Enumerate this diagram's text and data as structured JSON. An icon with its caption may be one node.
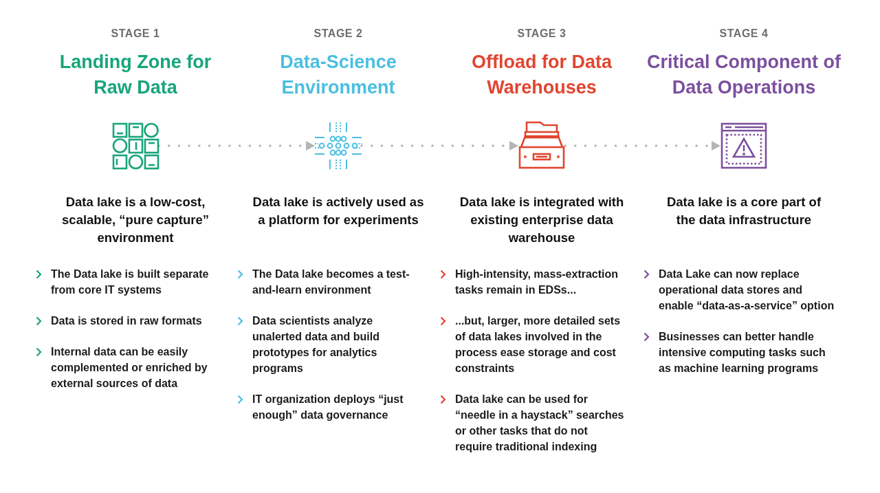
{
  "diagram": {
    "nodes": [
      {
        "text": [],
        "shape": "picture"
      },
      {
        "text": [],
        "shape": "picture"
      },
      {
        "text": [],
        "shape": "picture"
      },
      {
        "text": [],
        "shape": "picture"
      }
    ],
    "edges": [
      {
        "from": 0,
        "to": 1,
        "arrow": "to"
      },
      {
        "from": 1,
        "to": 2,
        "arrow": "to"
      },
      {
        "from": 2,
        "to": 3,
        "arrow": "to"
      }
    ],
    "labels": [
      "STAGE 1",
      "Landing Zone for Raw Data",
      "Data lake is a low-cost, scalable, “pure capture” environment",
      "The Data lake is built separate from core IT systems",
      "Data is stored in raw formats",
      "Internal data can be easily complemented or enriched by external sources of data",
      "STAGE 2",
      "Data-Science Environment",
      "Data lake is actively used as a platform for experiments",
      "The Data lake becomes a test-and-learn environment",
      "Data scientists analyze unalerted data and build prototypes for analytics programs",
      "IT organization deploys “just enough” data governance",
      "STAGE 3",
      "Offload for Data Warehouses",
      "Data lake is integrated with existing enterprise data warehouse",
      "High-intensity, mass-extraction tasks remain in EDSs...",
      "...but, larger, more detailed sets of data lakes involved in the process ease storage and cost constraints",
      "Data lake can be used for “needle in a haystack” searches or other tasks that do not require traditional indexing",
      "STAGE 4",
      "Critical Component of Data Operations",
      "Data lake is a core part of the data infrastructure",
      "Data Lake can now replace operational data stores and enable “data-as-a-service” option",
      "Businesses can better handle intensive computing tasks such as machine learning programs"
    ]
  }
}
